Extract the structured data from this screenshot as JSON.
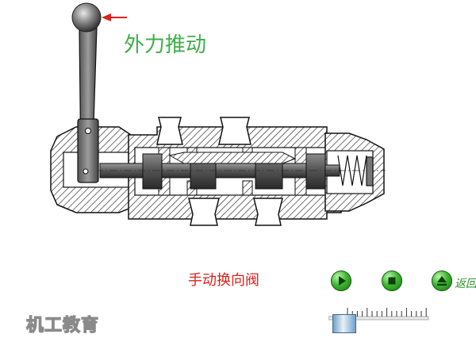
{
  "labels": {
    "force": "外力推动",
    "title": "手动换向阀",
    "brand": "机工教育",
    "back": "返回"
  },
  "controls": {
    "play": "play-button",
    "stop": "stop-button",
    "back": "back-button"
  },
  "colors": {
    "force_text": "#3fae49",
    "title_text": "#e0201b",
    "arrow": "#e0201b",
    "button": "#3bb52e"
  },
  "slider": {
    "position_fraction": 0.05
  }
}
